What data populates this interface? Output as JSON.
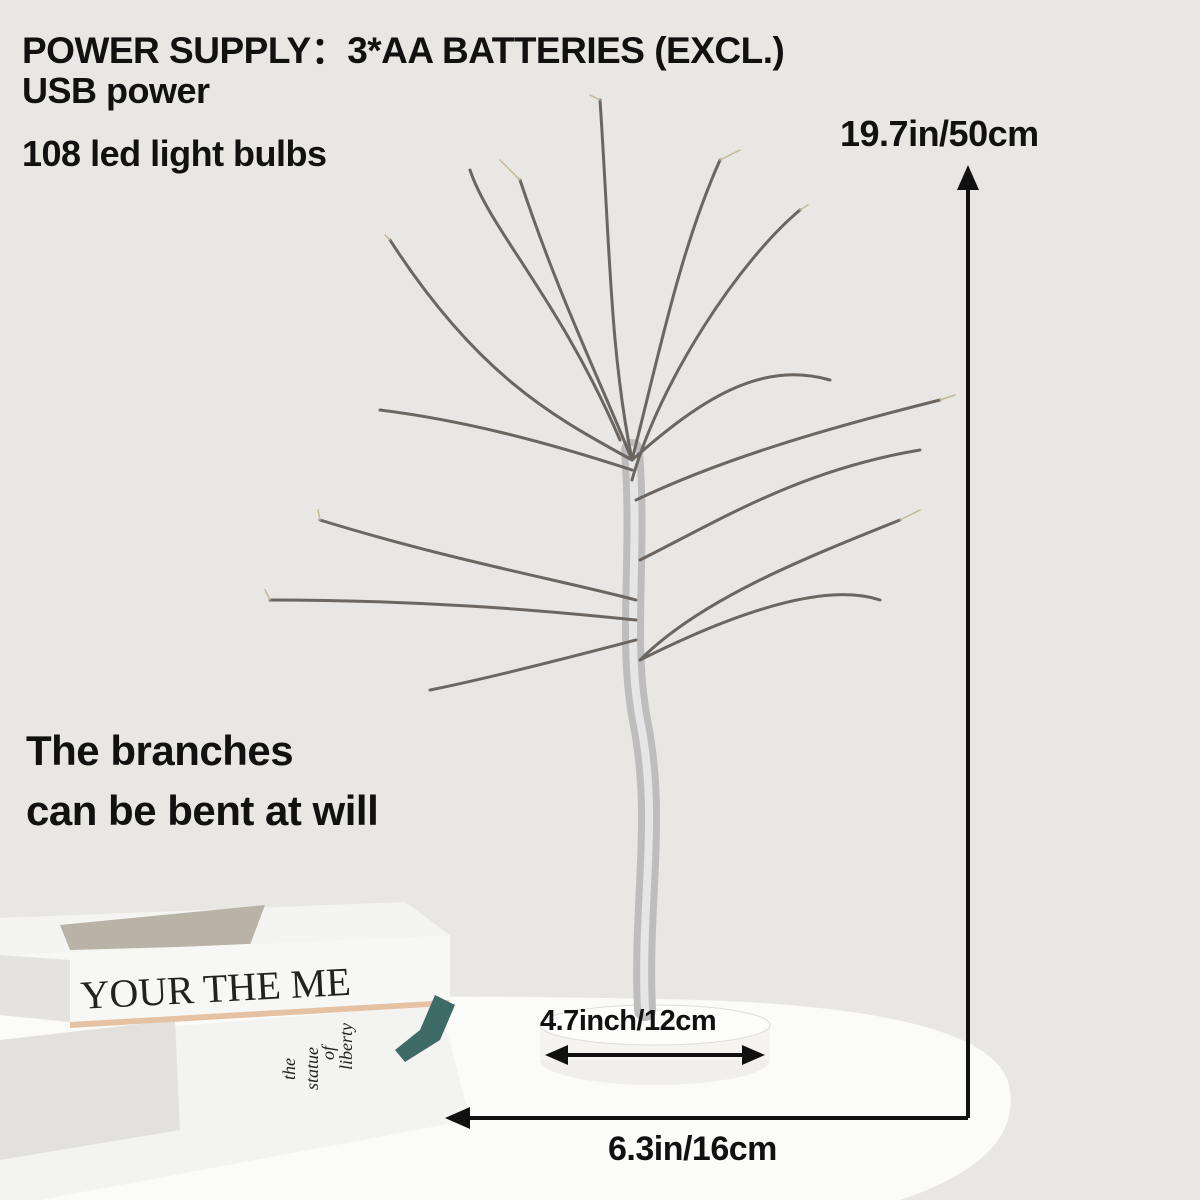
{
  "specs": {
    "power_supply": "POWER SUPPLY：3*AA BATTERIES (EXCL.)",
    "usb": "USB power",
    "bulbs": "108 led light bulbs"
  },
  "dimensions": {
    "height": "19.7in/50cm",
    "base_width": "4.7inch/12cm",
    "spread_width": "6.3in/16cm"
  },
  "feature": {
    "line1": "The branches",
    "line2": "can be bent at will"
  },
  "props": {
    "book_top_title": "YOUR THE ME",
    "book_bottom_title": [
      "the",
      "statue",
      "of",
      "liberty"
    ]
  },
  "colors": {
    "background": "#e8e7e3",
    "text": "#111111",
    "table": "#fbfbfa",
    "trunk": "#c9c9c9"
  }
}
